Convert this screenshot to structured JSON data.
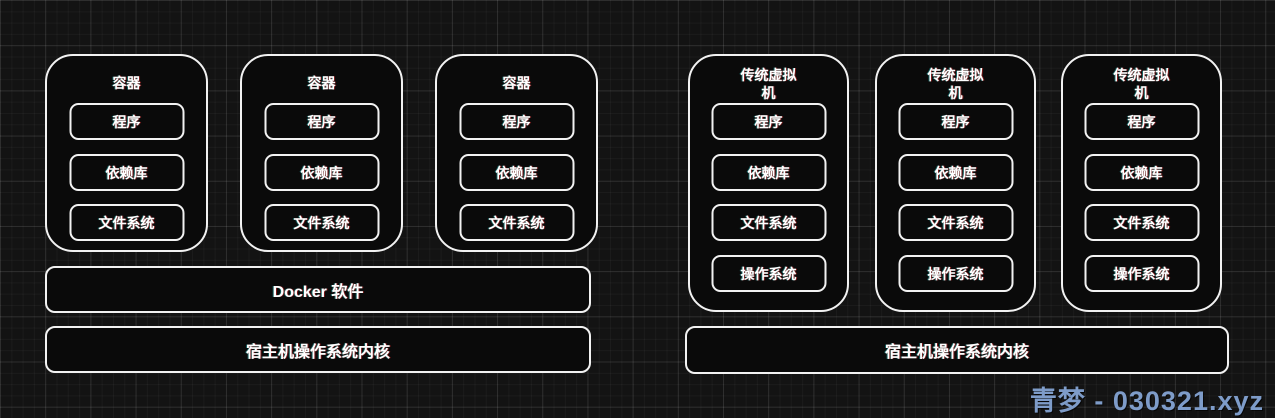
{
  "diagram": {
    "left": {
      "containers": [
        {
          "title": "容器",
          "boxes": [
            "程序",
            "依赖库",
            "文件系统"
          ]
        },
        {
          "title": "容器",
          "boxes": [
            "程序",
            "依赖库",
            "文件系统"
          ]
        },
        {
          "title": "容器",
          "boxes": [
            "程序",
            "依赖库",
            "文件系统"
          ]
        }
      ],
      "docker_bar": "Docker 软件",
      "kernel_bar": "宿主机操作系统内核"
    },
    "right": {
      "vms": [
        {
          "title": "传统虚拟机",
          "boxes": [
            "程序",
            "依赖库",
            "文件系统",
            "操作系统"
          ]
        },
        {
          "title": "传统虚拟机",
          "boxes": [
            "程序",
            "依赖库",
            "文件系统",
            "操作系统"
          ]
        },
        {
          "title": "传统虚拟机",
          "boxes": [
            "程序",
            "依赖库",
            "文件系统",
            "操作系统"
          ]
        }
      ],
      "kernel_bar": "宿主机操作系统内核"
    },
    "watermark": "青梦 - 030321.xyz",
    "colors": {
      "background": "#131313",
      "shape_fill": "#0a0a0a",
      "shape_border": "#f2f2f2",
      "text": "#ffffff",
      "watermark": "#7e9cc9"
    }
  }
}
